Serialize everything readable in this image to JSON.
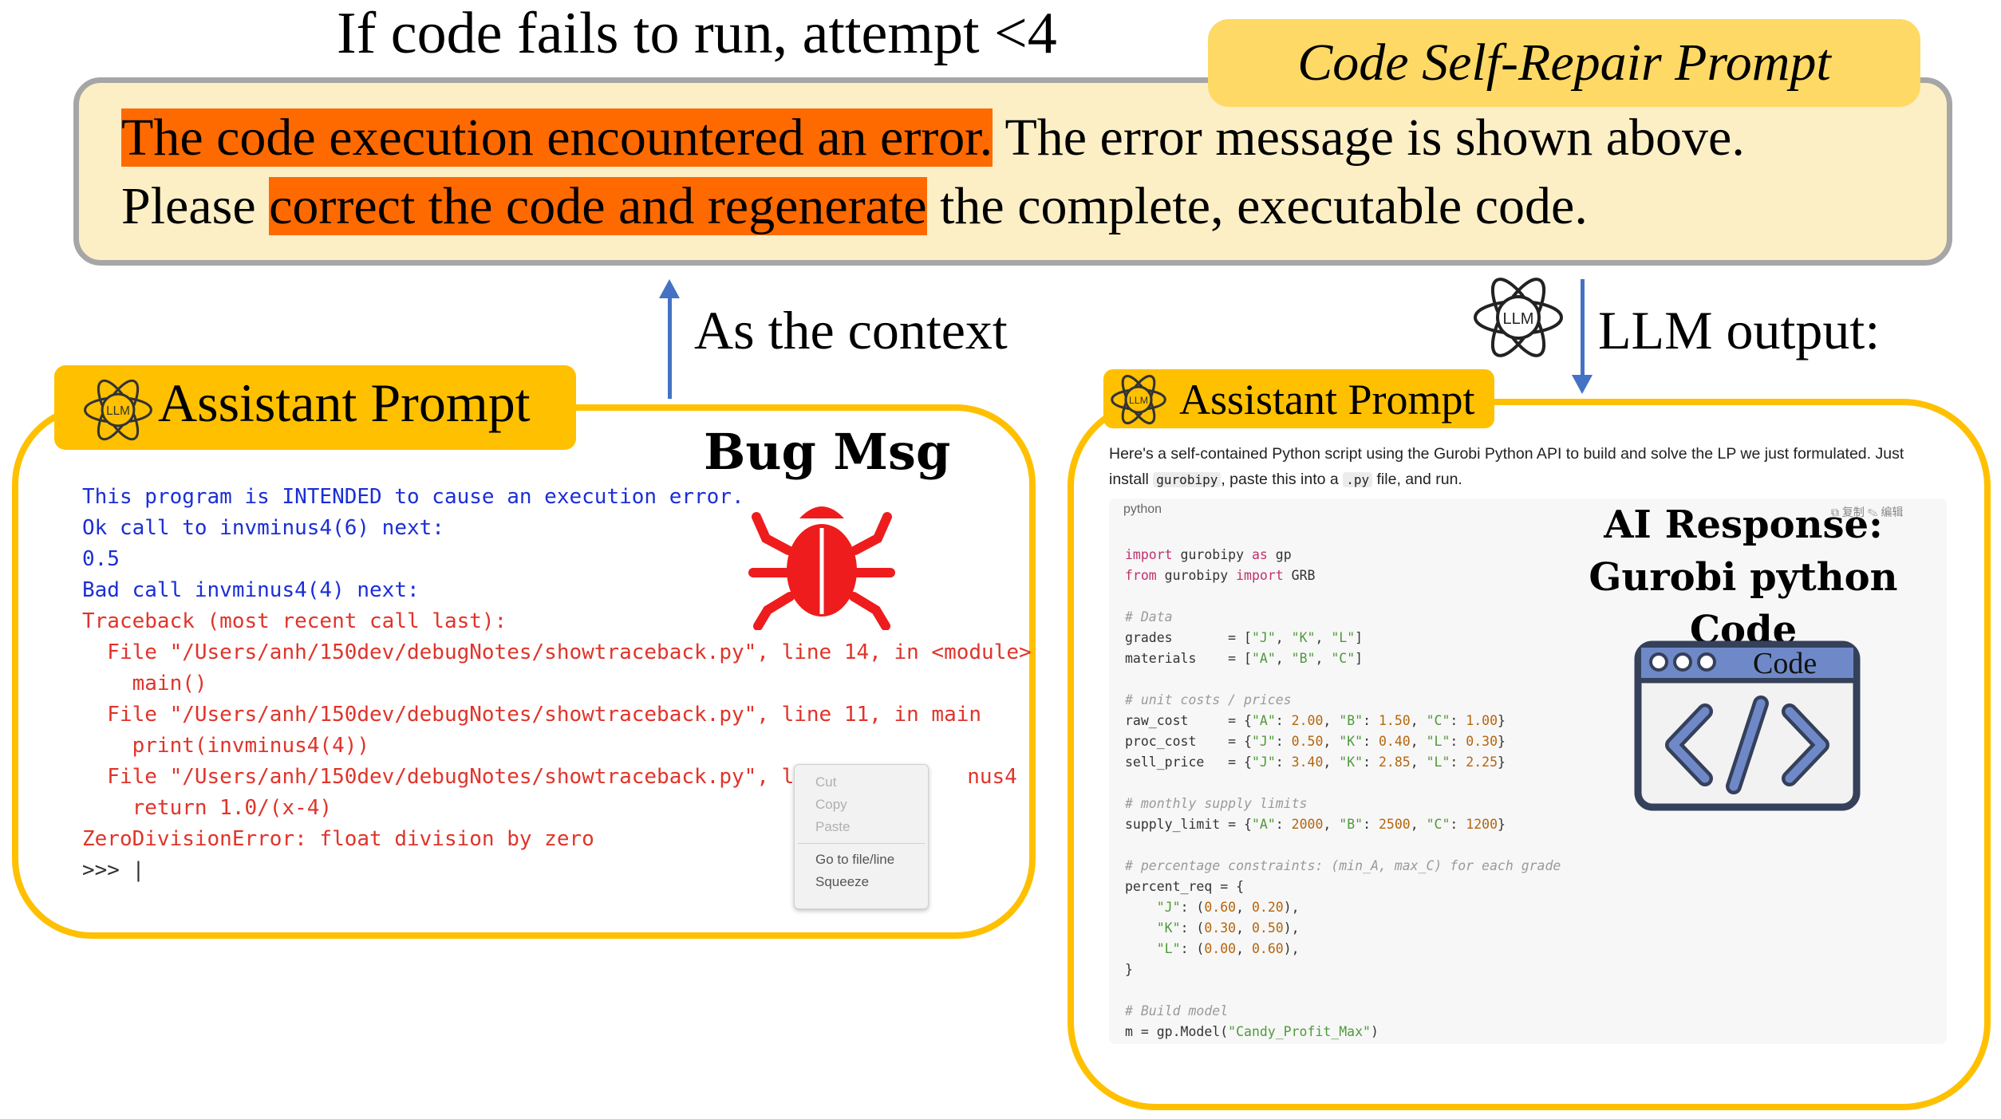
{
  "caption": "If code fails to run, attempt <4",
  "repair_prompt": {
    "tag": "Code Self-Repair Prompt",
    "hl1": "The code execution encountered an error.",
    "t1": " The error message is shown above.",
    "t2": "Please ",
    "hl2": "correct the code and regenerate",
    "t3": " the complete, executable code."
  },
  "context_label": "As the context",
  "llm_output_label": "LLM output:",
  "llm_icon_text": "LLM",
  "left_panel": {
    "tag": "Assistant Prompt",
    "bug_title": "Bug Msg",
    "terminal_lines": [
      {
        "text": "This program is INTENDED to cause an execution error.",
        "color": "#1a2fd6"
      },
      {
        "text": "Ok call to invminus4(6) next:",
        "color": "#1a2fd6"
      },
      {
        "text": "0.5",
        "color": "#1a2fd6"
      },
      {
        "text": "Bad call invminus4(4) next:",
        "color": "#1a2fd6"
      },
      {
        "text": "Traceback (most recent call last):",
        "color": "#e0342a"
      },
      {
        "text": "  File \"/Users/anh/150dev/debugNotes/showtraceback.py\", line 14, in <module>",
        "color": "#e0342a"
      },
      {
        "text": "    main()",
        "color": "#e0342a"
      },
      {
        "text": "  File \"/Users/anh/150dev/debugNotes/showtraceback.py\", line 11, in main",
        "color": "#e0342a"
      },
      {
        "text": "    print(invminus4(4))",
        "color": "#e0342a"
      },
      {
        "text": "  File \"/Users/anh/150dev/debugNotes/showtraceback.py\", line",
        "color": "#e0342a",
        "tail": "nus4"
      },
      {
        "text": "    return 1.0/(x-4)",
        "color": "#e0342a"
      },
      {
        "text": "ZeroDivisionError: float division by zero",
        "color": "#e0342a"
      },
      {
        "text": ">>> |",
        "color": "#333333"
      }
    ],
    "context_menu": [
      "Cut",
      "Copy",
      "Paste",
      "Go to file/line",
      "Squeeze"
    ]
  },
  "right_panel": {
    "tag": "Assistant Prompt",
    "intro_a": "Here's a self-contained Python script using the Gurobi Python API to build and solve the LP we just formulated. Just install ",
    "intro_chip1": "gurobipy",
    "intro_b": ", paste this into a ",
    "intro_chip2": ".py",
    "intro_c": " file, and run.",
    "code_lang": "python",
    "code_actions": "⧉ 复制   ✎ 编辑",
    "ai_title_1": "AI Response:",
    "ai_title_2": "Gurobi python Code",
    "code_icon_label": "Code"
  }
}
